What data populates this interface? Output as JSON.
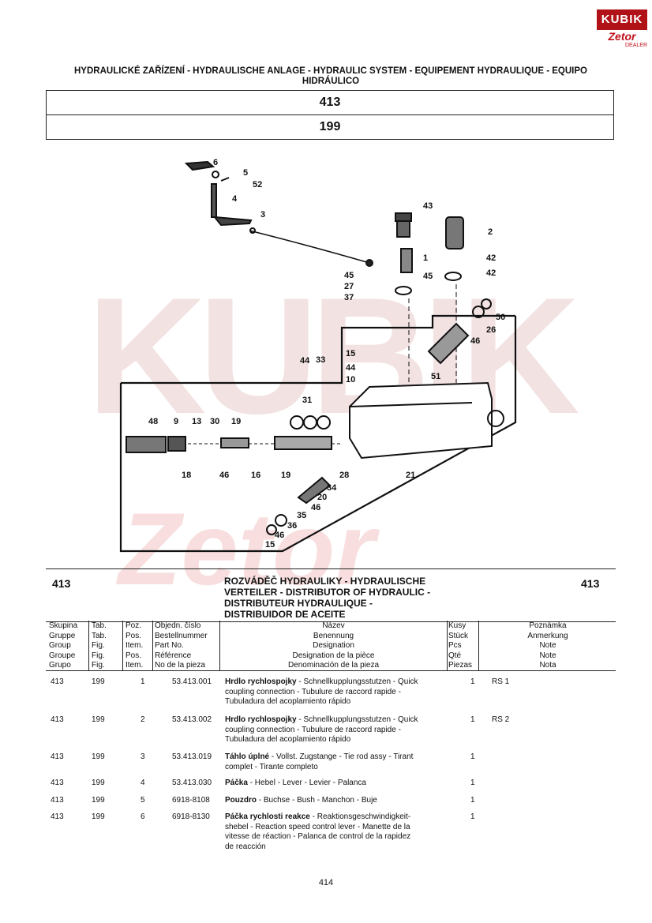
{
  "logo": {
    "brand": "KUBIK",
    "sub": "Zetor",
    "dealer": "DEALER"
  },
  "header": {
    "title_line1": "HYDRAULICKÉ ZAŘÍZENÍ - HYDRAULISCHE ANLAGE - HYDRAULIC SYSTEM - EQUIPEMENT HYDRAULIQUE - EQUIPO",
    "title_line2": "HIDRÁULICO",
    "group": "413",
    "table": "199"
  },
  "diagram": {
    "callouts": [
      "6",
      "5",
      "52",
      "4",
      "3",
      "43",
      "2",
      "1",
      "42",
      "45",
      "42",
      "45",
      "27",
      "37",
      "50",
      "26",
      "46",
      "15",
      "44",
      "10",
      "44",
      "33",
      "51",
      "31",
      "48",
      "9",
      "13",
      "30",
      "19",
      "18",
      "46",
      "16",
      "19",
      "28",
      "21",
      "34",
      "20",
      "46",
      "35",
      "36",
      "46",
      "15",
      "26"
    ]
  },
  "section": {
    "number_left": "413",
    "number_right": "413",
    "name_lines": [
      "ROZVÁDĚČ HYDRAULIKY - HYDRAULISCHE",
      "VERTEILER - DISTRIBUTOR OF HYDRAULIC -",
      "DISTRIBUTEUR HYDRAULIQUE -",
      "DISTRIBUIDOR DE ACEITE"
    ]
  },
  "columns": {
    "group": [
      "Skupina",
      "Gruppe",
      "Group",
      "Groupe",
      "Grupo"
    ],
    "tab": [
      "Tab.",
      "Tab.",
      "Fig.",
      "Fig.",
      "Fig."
    ],
    "pos": [
      "Poz.",
      "Pos.",
      "Item.",
      "Pos.",
      "Item."
    ],
    "part": [
      "Objedn. číslo",
      "Bestellnummer",
      "Part No.",
      "Référence",
      "No de la pieza"
    ],
    "name": [
      "Název",
      "Benennung",
      "Designation",
      "Designation de la pièce",
      "Denominación de la pieza"
    ],
    "qty": [
      "Kusy",
      "Stück",
      "Pcs",
      "Qté",
      "Piezas"
    ],
    "note": [
      "Poznámka",
      "Anmerkung",
      "Note",
      "Note",
      "Nota"
    ]
  },
  "rows": [
    {
      "group": "413",
      "tab": "199",
      "pos": "1",
      "part": "53.413.001",
      "bold": "Hrdlo rychlospojky",
      "lines": [
        "Hrdlo rychlospojky - Schnellkupplungsstutzen - Quick",
        "coupling connection - Tubulure de raccord rapide -",
        "Tubuladura del acoplamiento rápido"
      ],
      "qty": "1",
      "note": "RS 1"
    },
    {
      "group": "413",
      "tab": "199",
      "pos": "2",
      "part": "53.413.002",
      "bold": "Hrdlo rychlospojky",
      "lines": [
        "Hrdlo rychlospojky - Schnellkupplungsstutzen - Quick",
        "coupling connection - Tubulure de raccord rapide -",
        "Tubuladura del acoplamiento rápido"
      ],
      "qty": "1",
      "note": "RS 2"
    },
    {
      "group": "413",
      "tab": "199",
      "pos": "3",
      "part": "53.413.019",
      "bold": "Táhlo úplné",
      "lines": [
        "Táhlo úplné - Vollst. Zugstange - Tie rod assy - Tirant",
        "complet - Tirante completo"
      ],
      "qty": "1",
      "note": ""
    },
    {
      "group": "413",
      "tab": "199",
      "pos": "4",
      "part": "53.413.030",
      "bold": "Páčka",
      "lines": [
        "Páčka - Hebel - Lever - Levier - Palanca"
      ],
      "qty": "1",
      "note": ""
    },
    {
      "group": "413",
      "tab": "199",
      "pos": "5",
      "part": "6918-8108",
      "bold": "Pouzdro",
      "lines": [
        "Pouzdro - Buchse - Bush - Manchon  - Buje"
      ],
      "qty": "1",
      "note": ""
    },
    {
      "group": "413",
      "tab": "199",
      "pos": "6",
      "part": "6918-8130",
      "bold": "Páčka rychlosti reakce",
      "lines": [
        "Páčka rychlosti reakce  - Reaktionsgeschwindigkeit-",
        "shebel - Reaction speed control lever - Manette de la",
        "vitesse de réaction - Palanca de control de la rapidez",
        "de reacción"
      ],
      "qty": "1",
      "note": ""
    }
  ],
  "page_number": "414"
}
